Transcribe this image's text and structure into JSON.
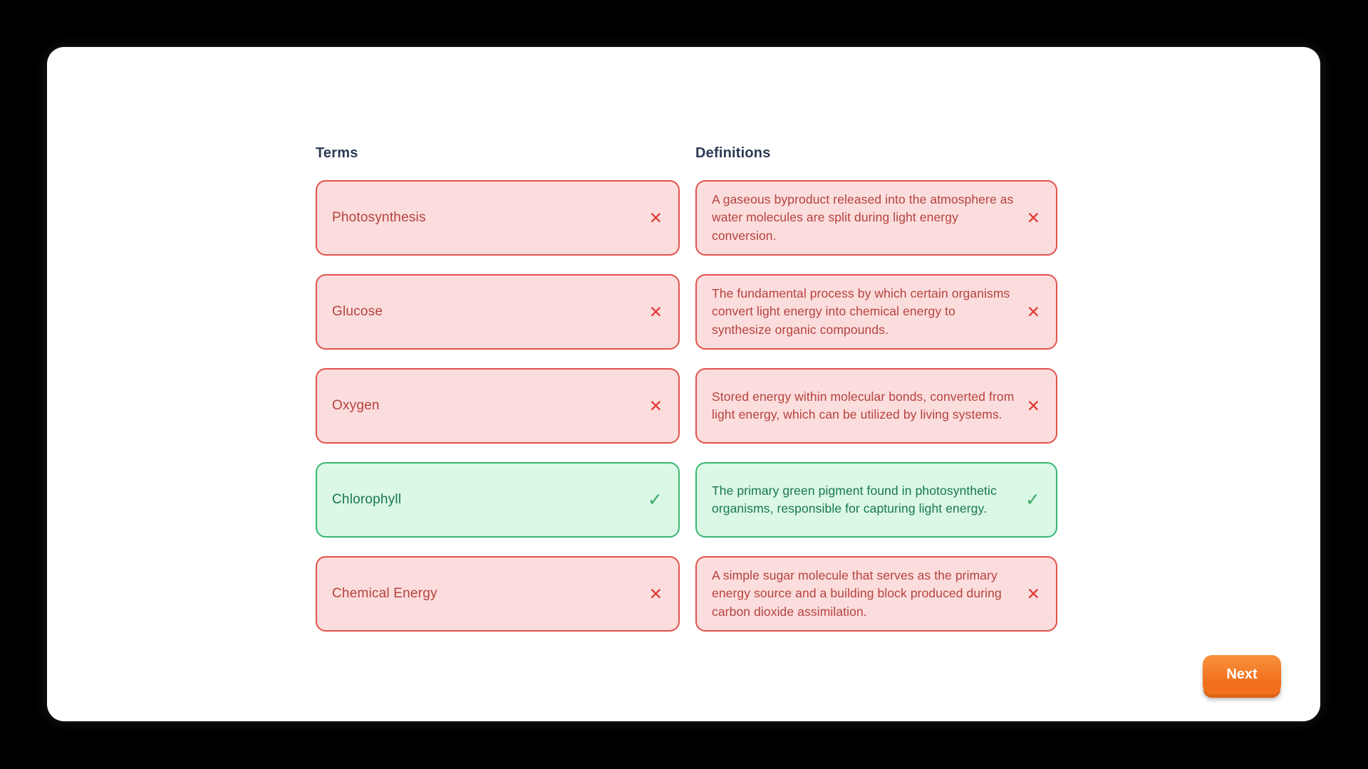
{
  "header": {
    "terms": "Terms",
    "definitions": "Definitions"
  },
  "rows": [
    {
      "term": {
        "label": "Photosynthesis",
        "state": "incorrect",
        "icon": "✕"
      },
      "definition": {
        "text": "A gaseous byproduct released into the atmosphere as water molecules are split during light energy conversion.",
        "state": "incorrect",
        "icon": "✕"
      }
    },
    {
      "term": {
        "label": "Glucose",
        "state": "incorrect",
        "icon": "✕"
      },
      "definition": {
        "text": "The fundamental process by which certain organisms convert light energy into chemical energy to synthesize organic compounds.",
        "state": "incorrect",
        "icon": "✕"
      }
    },
    {
      "term": {
        "label": "Oxygen",
        "state": "incorrect",
        "icon": "✕"
      },
      "definition": {
        "text": "Stored energy within molecular bonds, converted from light energy, which can be utilized by living systems.",
        "state": "incorrect",
        "icon": "✕"
      }
    },
    {
      "term": {
        "label": "Chlorophyll",
        "state": "correct",
        "icon": "✓"
      },
      "definition": {
        "text": "The primary green pigment found in photosynthetic organisms, responsible for capturing light energy.",
        "state": "correct",
        "icon": "✓"
      }
    },
    {
      "term": {
        "label": "Chemical Energy",
        "state": "incorrect",
        "icon": "✕"
      },
      "definition": {
        "text": "A simple sugar molecule that serves as the primary energy source and a building block produced during carbon dioxide assimilation.",
        "state": "incorrect",
        "icon": "✕"
      }
    }
  ],
  "footer": {
    "next_label": "Next"
  },
  "colors": {
    "page_background": "#000000",
    "card_background": "#ffffff",
    "incorrect_background": "#fcdddd",
    "incorrect_border": "#e2534d",
    "incorrect_text": "#b5423e",
    "incorrect_icon": "#e03a34",
    "correct_background": "#dbf7e5",
    "correct_border": "#38b871",
    "correct_text": "#17794a",
    "correct_icon": "#3aa866",
    "header_text": "#2d3a55",
    "next_button": "#f2701d"
  }
}
